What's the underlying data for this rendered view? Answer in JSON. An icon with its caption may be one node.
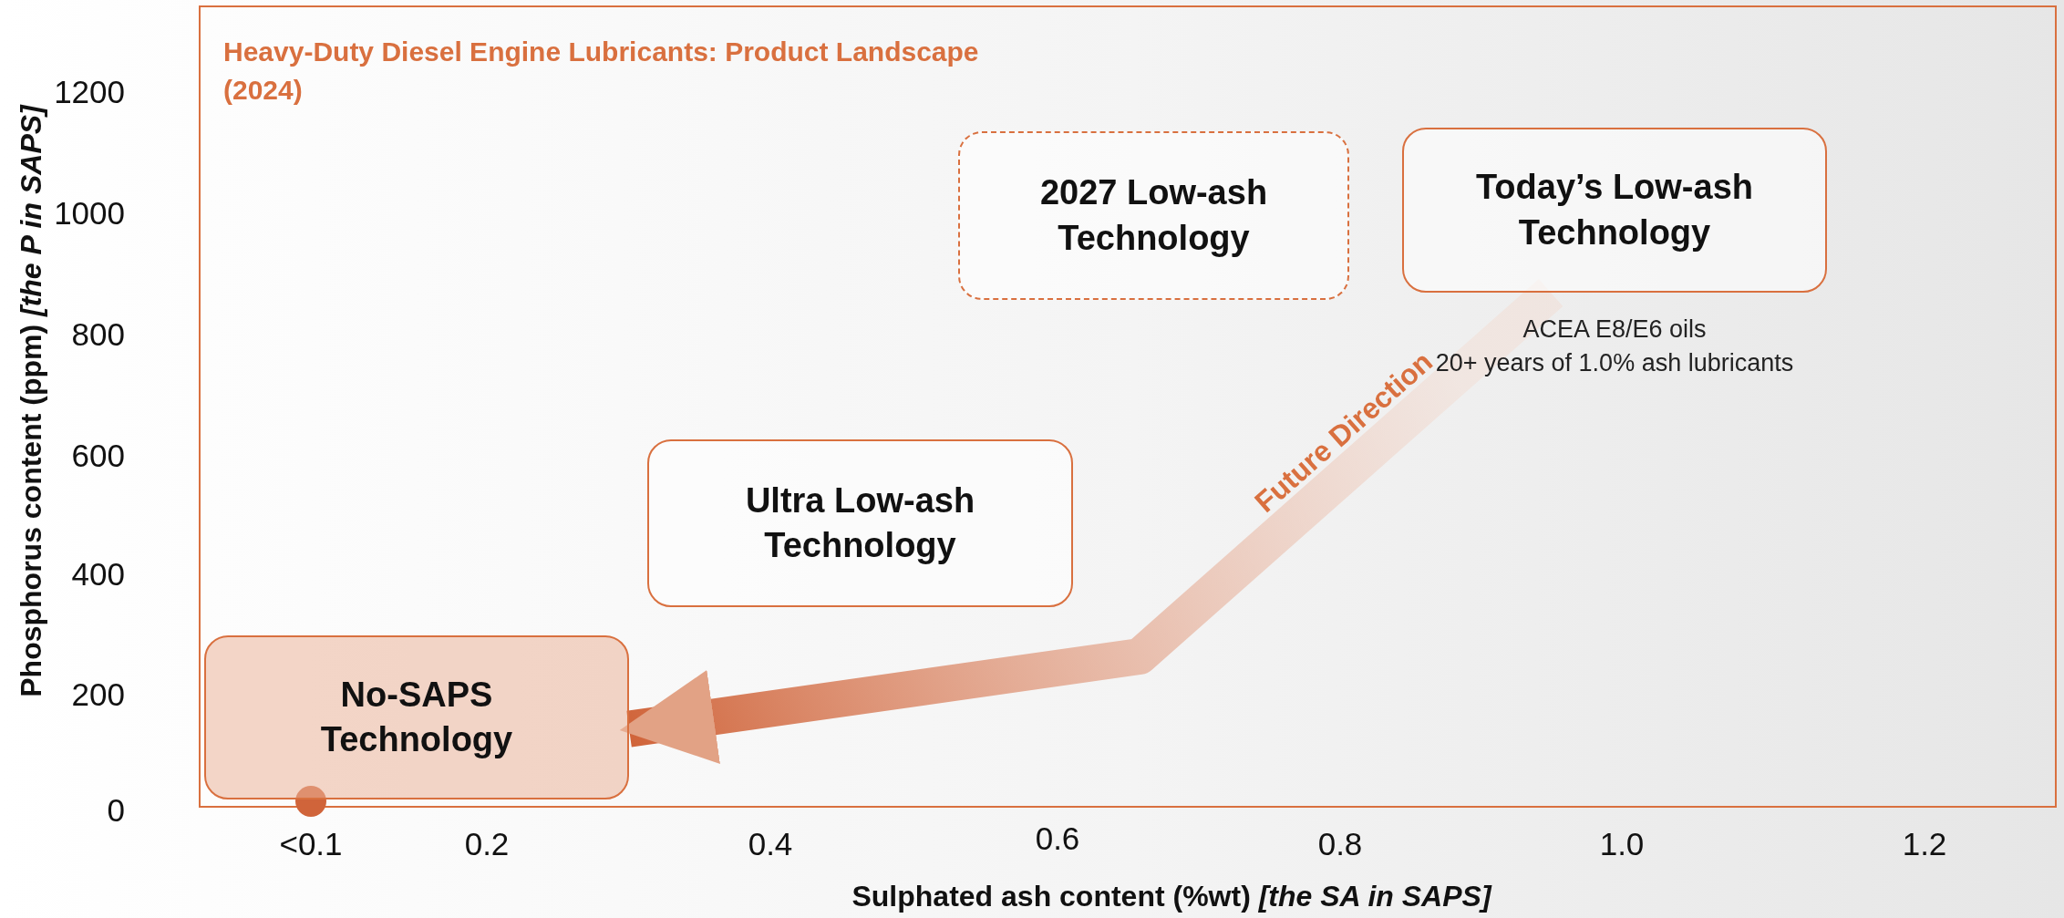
{
  "diagram": {
    "title": "Heavy-Duty Diesel Engine Lubricants: Product Landscape (2024)",
    "nodes": [
      {
        "text": [
          "Today’s Low-ash Technology"
        ],
        "beside": [
          "ACEA E8/E6 oils",
          "20+ years of 1.0% ash lubricants"
        ]
      },
      {
        "text": [
          "2027 Low-ash Technology"
        ]
      },
      {
        "text": [
          "Ultra Low-ash Technology"
        ]
      },
      {
        "text": [
          "No-SAPS Technology"
        ]
      }
    ],
    "edges": [
      {
        "from": 0,
        "to": 3,
        "arrow": "to",
        "label": "Future Direction",
        "style": "thick"
      }
    ],
    "labels": [
      "1200",
      "1000",
      "800",
      "600",
      "400",
      "200",
      "0",
      "<0.1",
      "0.2",
      "0.4",
      "0.6",
      "0.8",
      "1.0",
      "1.2",
      "Phosphorus content (ppm) *[the P in SAPS]*",
      "Sulphated ash content (%wt) *[the SA in SAPS]*"
    ]
  }
}
